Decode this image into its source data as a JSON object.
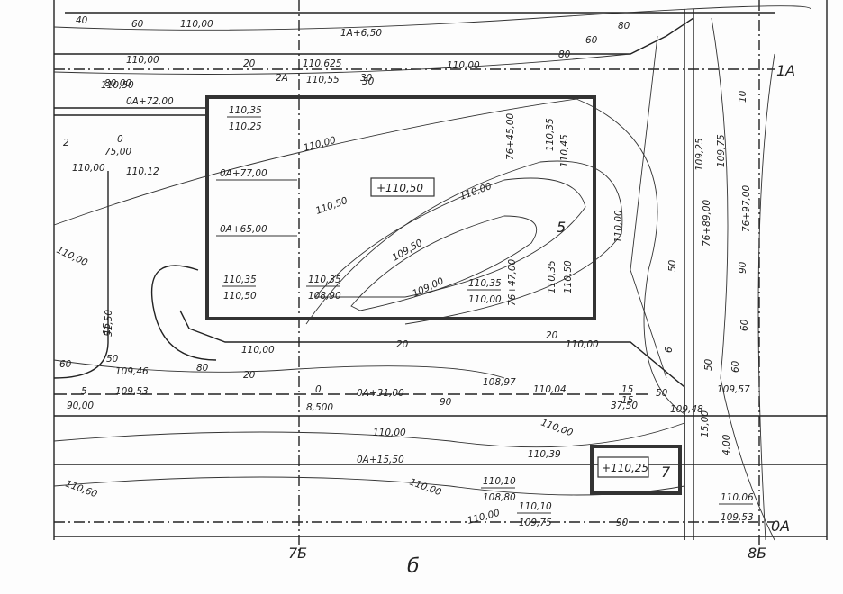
{
  "axes": {
    "row_1a": "1A",
    "row_0a": "0A",
    "col_7b": "7Б",
    "col_8b": "8Б",
    "caption": "б"
  },
  "buildings": {
    "main_label": "5",
    "main_elev": "+110,50",
    "small_label": "7",
    "small_elev": "+110,25"
  },
  "grade_marks": [
    {
      "top": "110,35",
      "bottom": "110,25"
    },
    {
      "top": "110,35",
      "bottom": "110,50"
    },
    {
      "top": "110,35",
      "bottom": "108,90"
    },
    {
      "top": "110,35",
      "bottom": "110,00"
    },
    {
      "top": "110,35",
      "bottom": "110,45"
    },
    {
      "top": "110,35",
      "bottom": "110,50"
    },
    {
      "top": "110,10",
      "bottom": "108,80"
    },
    {
      "top": "110,10",
      "bottom": "109,75"
    },
    {
      "top": "110,06",
      "bottom": "109,53"
    }
  ],
  "contours": [
    "110,00",
    "110,50",
    "109,50",
    "109,00",
    "110,00",
    "110,00",
    "110,00",
    "110,00",
    "110,00",
    "110,00",
    "110,00",
    "110,60",
    "110,00",
    "110,00"
  ],
  "coord_marks": [
    "1A+6,50",
    "0A+77,00",
    "0A+65,00",
    "76+45,00",
    "76+47,00",
    "0A+31,00",
    "0A+15,50",
    "76+89,00",
    "76+97,00",
    "0A+72,00"
  ],
  "numbers": [
    "40",
    "60",
    "80",
    "20",
    "30",
    "60",
    "80",
    "50",
    "60",
    "90",
    "90",
    "90",
    "20",
    "20",
    "80",
    "15",
    "50",
    "60",
    "50",
    "30",
    "15",
    "5",
    "0",
    "2",
    "0",
    "20",
    "15",
    "10",
    "6",
    "50",
    "60"
  ],
  "misc": [
    "110,00",
    "110,625",
    "110,55",
    "110,50",
    "110,12",
    "110,00",
    "109,46",
    "109,53",
    "90,00",
    "108,97",
    "110,04",
    "37,50",
    "109,48",
    "109,57",
    "8,500",
    "110,39",
    "109,25",
    "109,75",
    "4,00",
    "15,00",
    "75,00",
    "51,50",
    "80,00",
    "2A",
    "110,00",
    "110,00"
  ]
}
